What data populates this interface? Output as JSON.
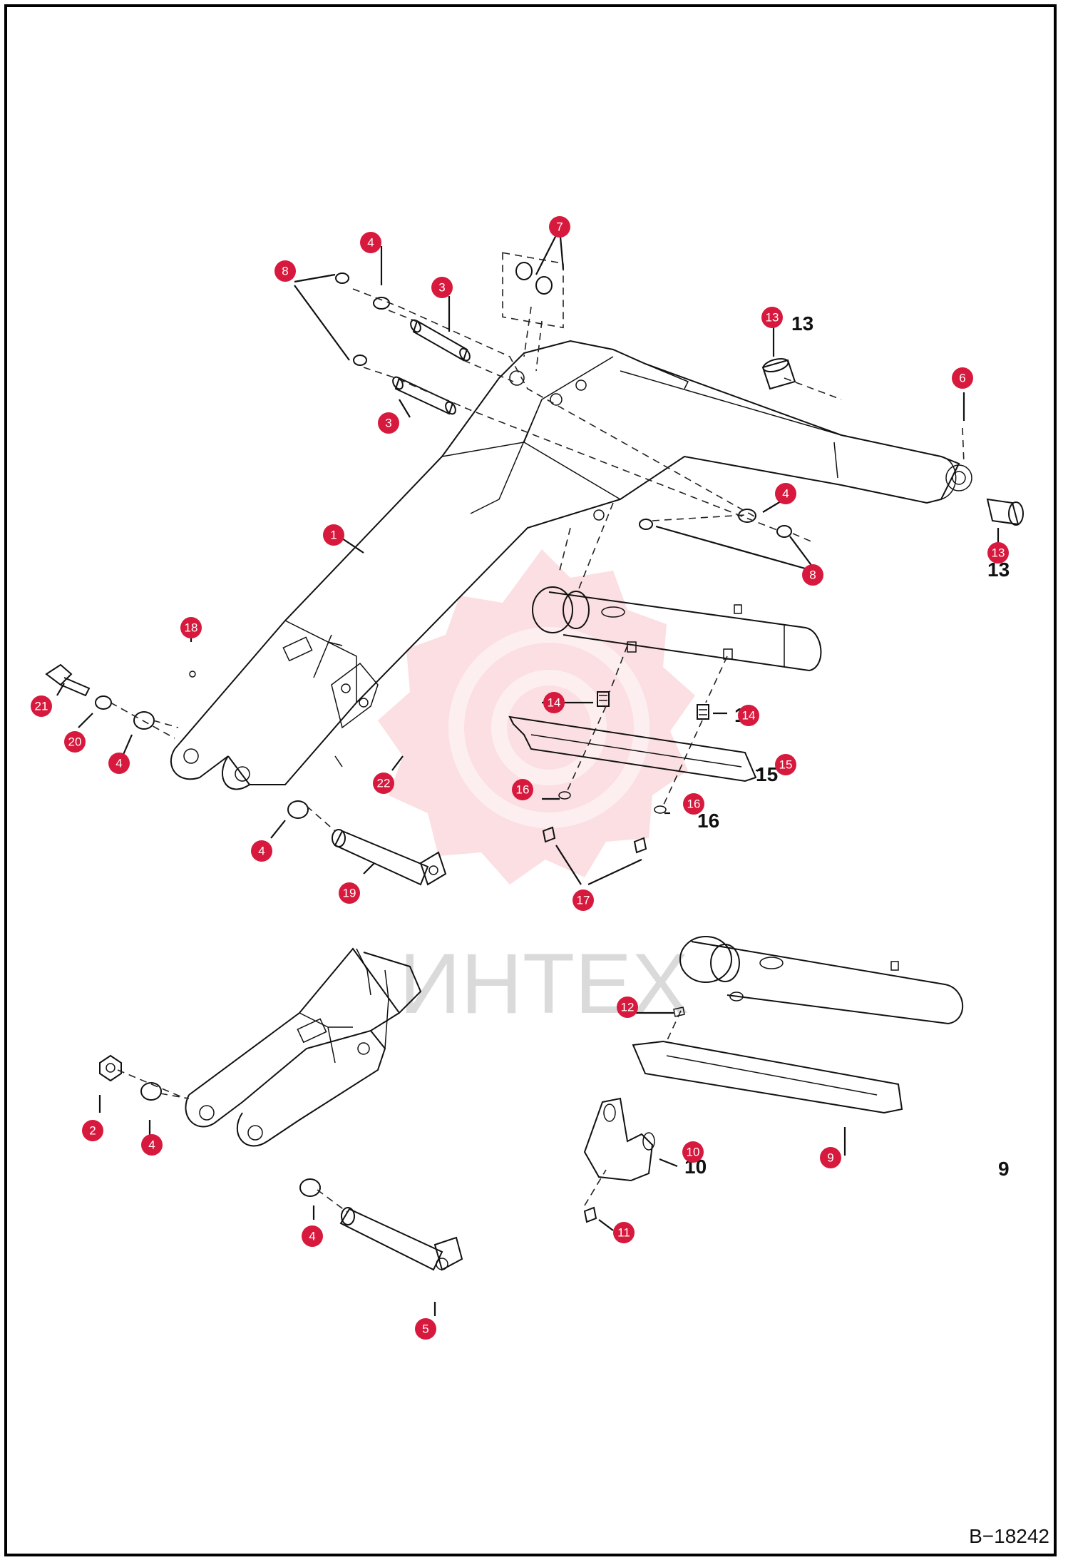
{
  "drawing_ref": "B−18242",
  "watermark": {
    "text": "ИНТЕХ",
    "color": "#e43a4a"
  },
  "callout_color": "#d7193d",
  "callouts": [
    "1",
    "2",
    "3",
    "3",
    "4",
    "4",
    "4",
    "4",
    "4",
    "4",
    "5",
    "6",
    "7",
    "8",
    "8",
    "9",
    "10",
    "11",
    "12",
    "13",
    "13",
    "14",
    "14",
    "15",
    "16",
    "16",
    "17",
    "18",
    "19",
    "20",
    "21",
    "22"
  ]
}
